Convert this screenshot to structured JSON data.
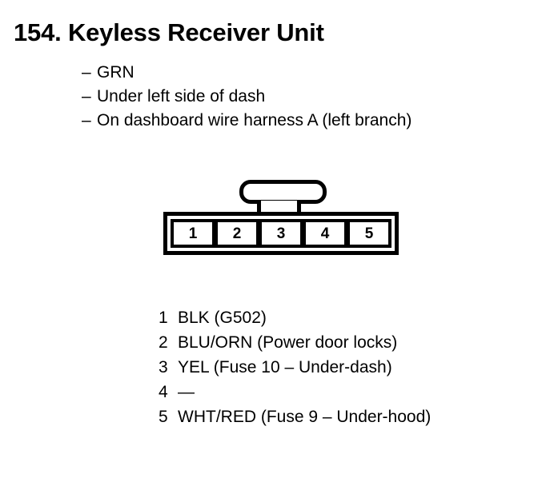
{
  "page": {
    "title": "154. Keyless Receiver Unit",
    "section_number": "154.",
    "component_name": "Keyless Receiver Unit",
    "background_color": "#ffffff",
    "ink_color": "#000000"
  },
  "notes": {
    "bullet_marker": "–",
    "items": [
      "GRN",
      "Under left side of dash",
      "On dashboard wire harness A (left branch)"
    ]
  },
  "connector": {
    "shape": "5-pin inline connector with locking tab on top",
    "pin_count": 5,
    "pin_labels": [
      "1",
      "2",
      "3",
      "4",
      "5"
    ],
    "tab": "locking-tab"
  },
  "pin_legend": [
    {
      "pin": "1",
      "text": "BLK (G502)"
    },
    {
      "pin": "2",
      "text": "BLU/ORN (Power door locks)"
    },
    {
      "pin": "3",
      "text": "YEL (Fuse 10 – Under-dash)"
    },
    {
      "pin": "4",
      "text": "—"
    },
    {
      "pin": "5",
      "text": "WHT/RED (Fuse 9 – Under-hood)"
    }
  ]
}
